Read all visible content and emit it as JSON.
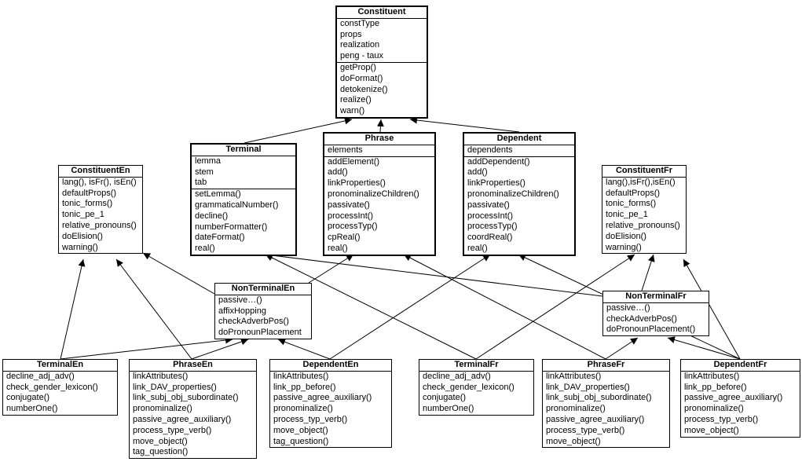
{
  "classes": [
    {
      "id": "constituent",
      "name": "Constituent",
      "abstract": true,
      "attributes": [
        "constType",
        "props",
        "realization",
        "peng - taux"
      ],
      "methods": [
        "getProp()",
        "doFormat()",
        "detokenize()",
        "realize()",
        "warn()"
      ]
    },
    {
      "id": "terminal",
      "name": "Terminal",
      "abstract": true,
      "attributes": [
        "lemma",
        "stem",
        "tab"
      ],
      "methods": [
        "setLemma()",
        "grammaticalNumber()",
        "decline()",
        "numberFormatter()",
        "dateFormat()",
        "real()"
      ]
    },
    {
      "id": "phrase",
      "name": "Phrase",
      "abstract": true,
      "attributes": [
        "elements"
      ],
      "methods": [
        "addElement()",
        "add()",
        "linkProperties()",
        "pronominalizeChildren()",
        "passivate()",
        "processInt()",
        "processTyp()",
        "cpReal()",
        "real()"
      ]
    },
    {
      "id": "dependent",
      "name": "Dependent",
      "abstract": true,
      "attributes": [
        "dependents"
      ],
      "methods": [
        "addDependent()",
        "add()",
        "linkProperties()",
        "pronominalizeChildren()",
        "passivate()",
        "processInt()",
        "processTyp()",
        "coordReal()",
        "real()"
      ]
    },
    {
      "id": "constituent-en",
      "name": "ConstituentEn",
      "abstract": false,
      "attributes": [],
      "methods": [
        "lang(), isFr(), isEn()",
        "defaultProps()",
        "tonic_forms()",
        "tonic_pe_1",
        "relative_pronouns()",
        "doElision()",
        "warning()"
      ]
    },
    {
      "id": "constituent-fr",
      "name": "ConstituentFr",
      "abstract": false,
      "attributes": [],
      "methods": [
        "lang(),isFr(),isEn()",
        "defaultProps()",
        "tonic_forms()",
        "tonic_pe_1",
        "relative_pronouns()",
        "doElision()",
        "warning()"
      ]
    },
    {
      "id": "nonterminal-en",
      "name": "NonTerminalEn",
      "abstract": false,
      "attributes": [],
      "methods": [
        "passive…()",
        "affixHopping",
        "checkAdverbPos()",
        "doPronounPlacement"
      ]
    },
    {
      "id": "nonterminal-fr",
      "name": "NonTerminalFr",
      "abstract": false,
      "attributes": [],
      "methods": [
        "passive…()",
        "checkAdverbPos()",
        "doPronounPlacement()"
      ]
    },
    {
      "id": "terminal-en",
      "name": "TerminalEn",
      "abstract": false,
      "attributes": [],
      "methods": [
        "decline_adj_adv()",
        "check_gender_lexicon()",
        "conjugate()",
        "numberOne()"
      ]
    },
    {
      "id": "phrase-en",
      "name": "PhraseEn",
      "abstract": false,
      "attributes": [],
      "methods": [
        "linkAttributes()",
        "link_DAV_properties()",
        "link_subj_obj_subordinate()",
        "pronominalize()",
        "passive_agree_auxiliary()",
        "process_type_verb()",
        "move_object()",
        "tag_question()"
      ]
    },
    {
      "id": "dependent-en",
      "name": "DependentEn",
      "abstract": false,
      "attributes": [],
      "methods": [
        "linkAttributes()",
        "link_pp_before()",
        "passive_agree_auxiliary()",
        "pronominalize()",
        "process_typ_verb()",
        "move_object()",
        "tag_question()"
      ]
    },
    {
      "id": "terminal-fr",
      "name": "TerminalFr",
      "abstract": false,
      "attributes": [],
      "methods": [
        "decline_adj_adv()",
        "check_gender_lexicon()",
        "conjugate()",
        "numberOne()"
      ]
    },
    {
      "id": "phrase-fr",
      "name": "PhraseFr",
      "abstract": false,
      "attributes": [],
      "methods": [
        "linkAttributes()",
        "link_DAV_properties()",
        "link_subj_obj_subordinate()",
        "pronominalize()",
        "passive_agree_auxiliary()",
        "process_type_verb()",
        "move_object()"
      ]
    },
    {
      "id": "dependent-fr",
      "name": "DependentFr",
      "abstract": false,
      "attributes": [],
      "methods": [
        "linkAttributes()",
        "link_pp_before()",
        "passive_agree_auxiliary()",
        "pronominalize()",
        "process_typ_verb()",
        "move_object()"
      ]
    }
  ],
  "relations": [
    {
      "from": "terminal",
      "to": "constituent"
    },
    {
      "from": "phrase",
      "to": "constituent"
    },
    {
      "from": "dependent",
      "to": "constituent"
    },
    {
      "from": "nonterminal-en",
      "to": "constituent-en"
    },
    {
      "from": "nonterminal-en",
      "to": "phrase"
    },
    {
      "from": "nonterminal-fr",
      "to": "constituent-fr"
    },
    {
      "from": "nonterminal-fr",
      "to": "terminal"
    },
    {
      "from": "terminal-en",
      "to": "constituent-en"
    },
    {
      "from": "phrase-en",
      "to": "constituent-en"
    },
    {
      "from": "phrase-en",
      "to": "nonterminal-en"
    },
    {
      "from": "dependent-en",
      "to": "nonterminal-en"
    },
    {
      "from": "dependent-en",
      "to": "dependent"
    },
    {
      "from": "terminal-en",
      "to": "nonterminal-en"
    },
    {
      "from": "terminal-fr",
      "to": "terminal"
    },
    {
      "from": "terminal-fr",
      "to": "constituent-fr"
    },
    {
      "from": "phrase-fr",
      "to": "nonterminal-fr"
    },
    {
      "from": "phrase-fr",
      "to": "phrase"
    },
    {
      "from": "dependent-fr",
      "to": "nonterminal-fr"
    },
    {
      "from": "dependent-fr",
      "to": "constituent-fr"
    },
    {
      "from": "dependent-fr",
      "to": "dependent"
    }
  ]
}
